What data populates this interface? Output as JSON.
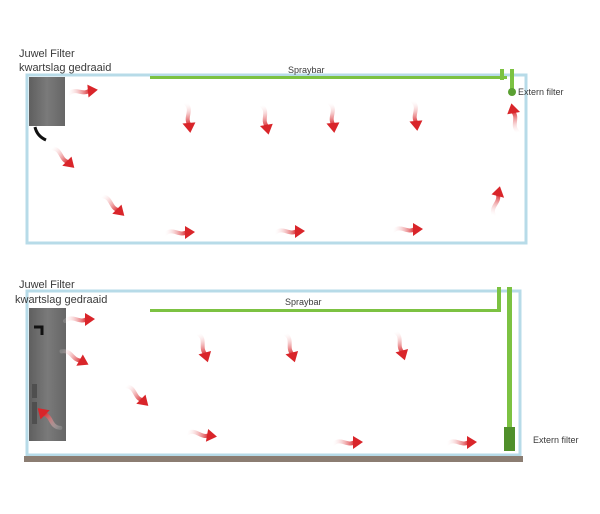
{
  "panels": [
    {
      "id": "top",
      "filter_title_line1": "Juwel Filter",
      "filter_title_line2": "kwartslag gedraaid",
      "spraybar_label": "Spraybar",
      "external_filter_label": "Extern filter"
    },
    {
      "id": "bottom",
      "filter_title_line1": "Juwel Filter",
      "filter_title_line2": "kwartslag gedraaid",
      "spraybar_label": "Spraybar",
      "external_filter_label": "Extern filter"
    }
  ],
  "colors": {
    "tank_outline": "#b7dbe8",
    "spraybar": "#7cc242",
    "spraybar_dark": "#4f8f2a",
    "filter_body": "#6d6d6d",
    "arrow": "#d9252a",
    "ground": "#8b7d72",
    "text": "#3a3a3a"
  },
  "icons": {
    "flow_arrow": "red-flow-arrow-icon",
    "outlet_pipe": "black-outlet-pipe-icon"
  }
}
